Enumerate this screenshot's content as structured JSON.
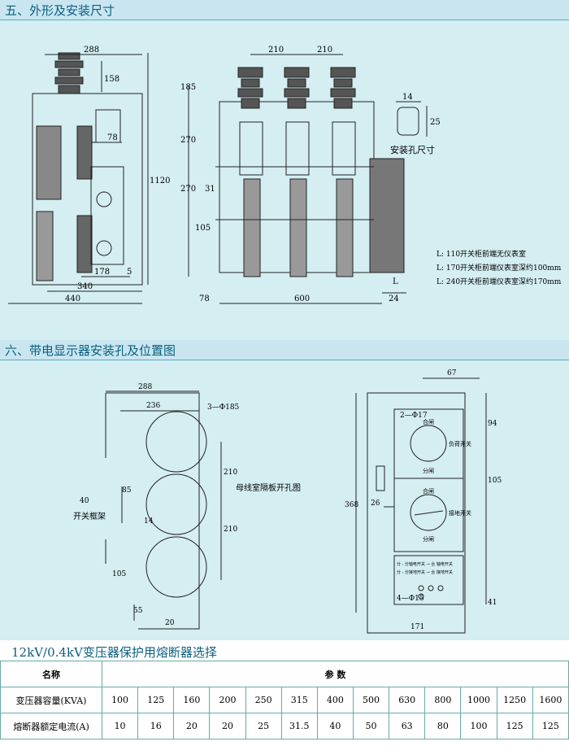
{
  "section5": {
    "title": "五、外形及安装尺寸"
  },
  "section6": {
    "title": "六、带电显示器安装孔及位置图"
  },
  "dims_top": {
    "d288": "288",
    "d158": "158",
    "d78": "78",
    "d1120": "1120",
    "d178": "178",
    "d5": "5",
    "d340": "340",
    "d440": "440",
    "d210a": "210",
    "d210b": "210",
    "d185": "185",
    "d270a": "270",
    "d270b": "270",
    "d31": "31",
    "d105": "105",
    "d78b": "78",
    "d600": "600",
    "d24": "24",
    "dL": "L",
    "d14": "14",
    "d25": "25",
    "hole_label": "安装孔尺寸"
  },
  "notes": [
    "L:  110开关柜前端无仪表室",
    "L:  170开关柜前端仪表室深约100mm",
    "L:  240开关柜前端仪表室深约170mm"
  ],
  "dims_mid": {
    "d288": "288",
    "d236": "236",
    "d3phi185": "3—Φ185",
    "d210a": "210",
    "d210b": "210",
    "d85": "85",
    "d14": "14",
    "d40": "40",
    "d105": "105",
    "d55": "55",
    "d20": "20",
    "busbar_label": "母线室隔板开孔图",
    "frame_label": "开关框架",
    "d67": "67",
    "d94": "94",
    "d105b": "105",
    "d368": "368",
    "d26": "26",
    "d41": "41",
    "d171": "171",
    "d2phi17": "2—Φ17",
    "d4phi15": "4—Φ15",
    "he_zha": "合闸",
    "fen_zha": "分闸",
    "fu_he_kai_guan": "负荷开关",
    "jie_di_kai_guan": "接地开关",
    "legend1": "分 : 分轴电开关 → 合 轴电开关",
    "legend2": "分 : 分接地开关 → 合 接地开关"
  },
  "fuse_table": {
    "title": "12kV/0.4kV变压器保护用熔断器选择",
    "col_name": "名称",
    "col_params": "参  数",
    "rows": [
      {
        "label": "变压器容量(KVA)",
        "values": [
          "100",
          "125",
          "160",
          "200",
          "250",
          "315",
          "400",
          "500",
          "630",
          "800",
          "1000",
          "1250",
          "1600"
        ]
      },
      {
        "label": "熔断器额定电流(A)",
        "values": [
          "10",
          "16",
          "20",
          "20",
          "25",
          "31.5",
          "40",
          "50",
          "63",
          "80",
          "100",
          "125",
          "125"
        ]
      }
    ]
  }
}
